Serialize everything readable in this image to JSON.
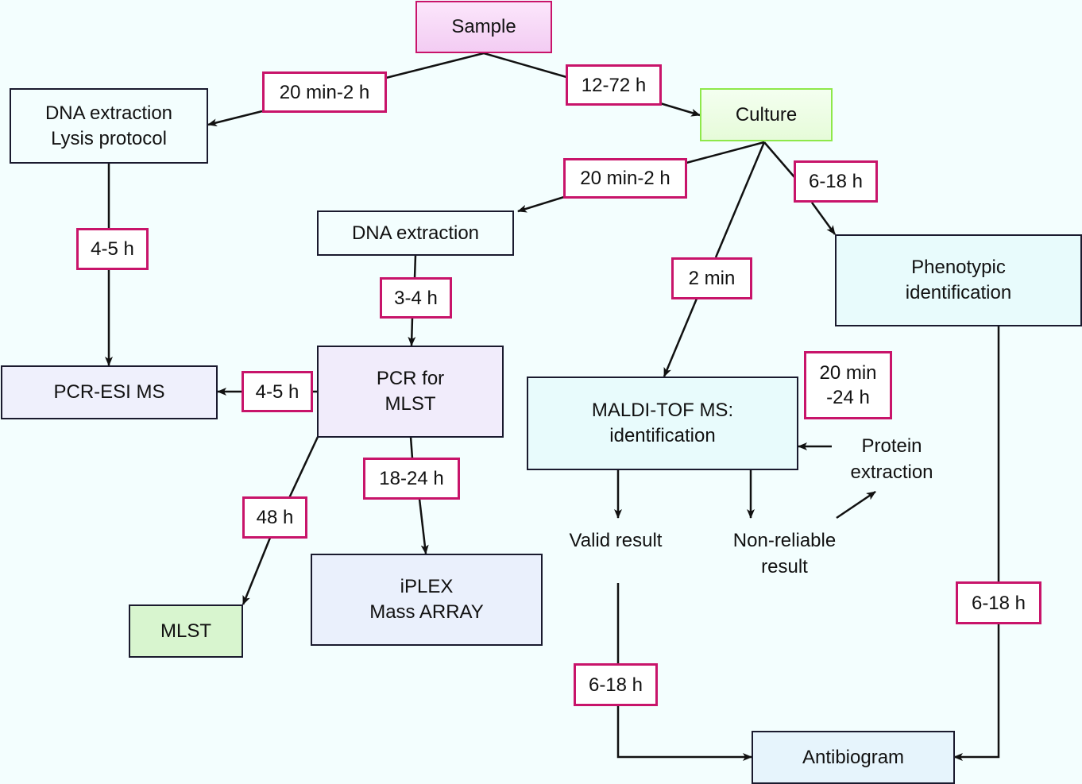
{
  "diagram": {
    "type": "flowchart",
    "nodes": {
      "sample": "Sample",
      "culture": "Culture",
      "dna_lysis": "DNA extraction\nLysis protocol",
      "dna_extraction": "DNA extraction",
      "phenotypic": "Phenotypic\nidentification",
      "pcr_esi": "PCR-ESI MS",
      "pcr_mlst": "PCR for\nMLST",
      "maldi": "MALDI-TOF MS:\nidentification",
      "mlst": "MLST",
      "iplex": "iPLEX\nMass ARRAY",
      "antibiogram": "Antibiogram"
    },
    "labels": {
      "valid_result": "Valid result",
      "non_reliable": "Non-reliable\nresult",
      "protein_extraction": "Protein\nextraction"
    },
    "durations": {
      "sample_to_dna_lysis": "20 min-2 h",
      "sample_to_culture": "12-72 h",
      "culture_to_dna": "20 min-2 h",
      "culture_to_phenotypic": "6-18 h",
      "culture_to_maldi": "2 min",
      "dna_lysis_to_pcr_esi": "4-5 h",
      "dna_to_pcr_mlst": "3-4 h",
      "pcr_mlst_to_pcr_esi": "4-5 h",
      "maldi_time": "20 min\n-24 h",
      "pcr_mlst_to_mlst": "48 h",
      "pcr_mlst_to_iplex": "18-24 h",
      "valid_to_antibiogram": "6-18 h",
      "phenotypic_to_antibiogram": "6-18 h"
    },
    "colors": {
      "duration_border": "#c8146a",
      "sample_border": "#c8146a",
      "culture_border": "#8ee84a",
      "background": "#f3fefe"
    }
  }
}
